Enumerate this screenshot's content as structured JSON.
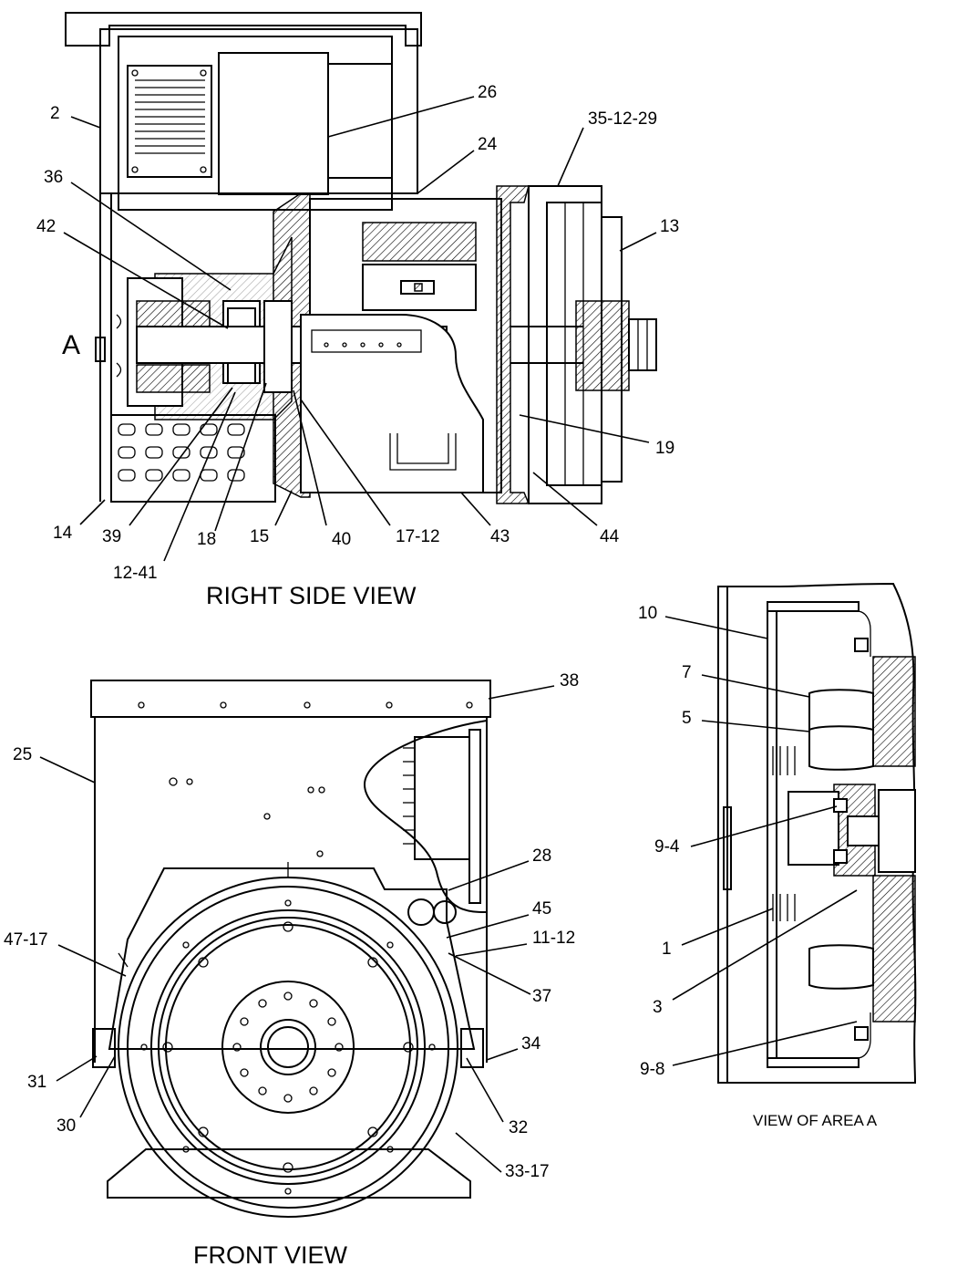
{
  "views": {
    "right_side": {
      "title": "RIGHT SIDE VIEW",
      "area_marker": "A"
    },
    "front": {
      "title": "FRONT VIEW"
    },
    "area_a": {
      "title": "VIEW OF AREA  A"
    }
  },
  "callouts": {
    "right_side": [
      "2",
      "26",
      "24",
      "35-12-29",
      "36",
      "42",
      "13",
      "19",
      "14",
      "39",
      "12-41",
      "18",
      "15",
      "40",
      "17-12",
      "43",
      "44"
    ],
    "front": [
      "38",
      "25",
      "28",
      "45",
      "11-12",
      "47-17",
      "37",
      "34",
      "31",
      "30",
      "32",
      "33-17"
    ],
    "area_a": [
      "10",
      "7",
      "5",
      "9-4",
      "1",
      "3",
      "9-8"
    ]
  }
}
